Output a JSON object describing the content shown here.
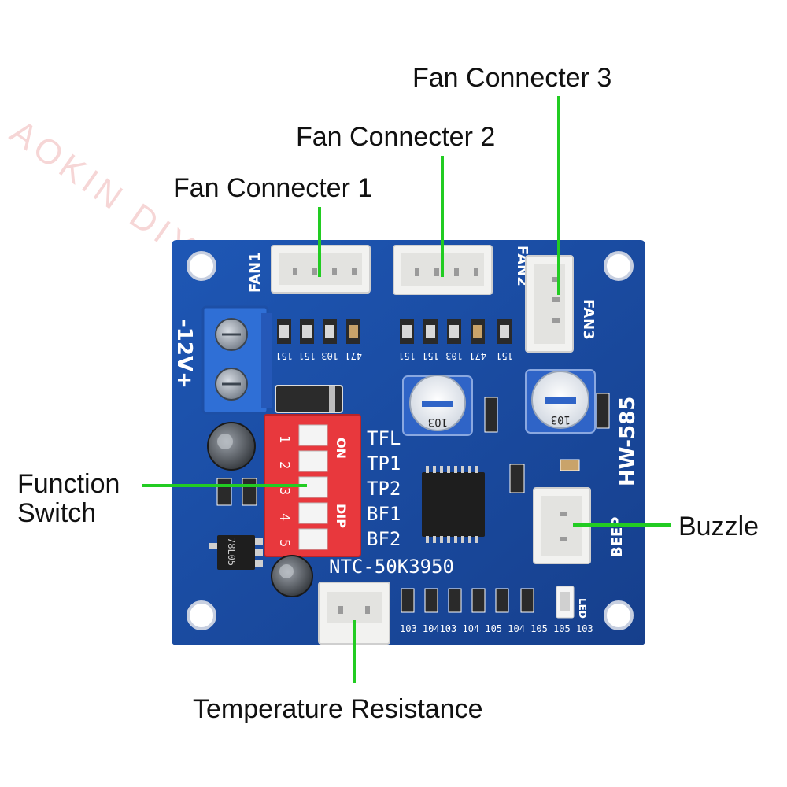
{
  "watermark": "AOKIN DIY MALL STORE",
  "callouts": {
    "fan1": "Fan Connecter 1",
    "fan2": "Fan Connecter 2",
    "fan3": "Fan Connecter 3",
    "function_line1": "Function",
    "function_line2": "Switch",
    "buzzle": "Buzzle",
    "temp": "Temperature Resistance"
  },
  "board": {
    "model": "HW-585",
    "power": "-12V+",
    "fan1": "FAN1",
    "fan2": "FAN2",
    "fan3": "FAN3",
    "beep": "BEEP",
    "led": "LED",
    "ntc": "NTC-50K3950",
    "dip_on": "ON",
    "dip_label": "DIP",
    "dip_numbers": [
      "1",
      "2",
      "3",
      "4",
      "5"
    ],
    "functions": [
      "TFL",
      "TP1",
      "TP2",
      "BF1",
      "BF2"
    ],
    "pot_code": "103",
    "regulator": "78L05",
    "row1_codes": [
      "151",
      "151",
      "103",
      "471"
    ],
    "row2_codes": [
      "151",
      "151",
      "103",
      "471",
      "151"
    ],
    "bottom_codes": "103 104103 104 105 104 105 105 103"
  },
  "colors": {
    "pcb": "#1a4fa8",
    "leader": "#22cc22",
    "dip": "#e8383d",
    "terminal": "#2f6fd6"
  }
}
